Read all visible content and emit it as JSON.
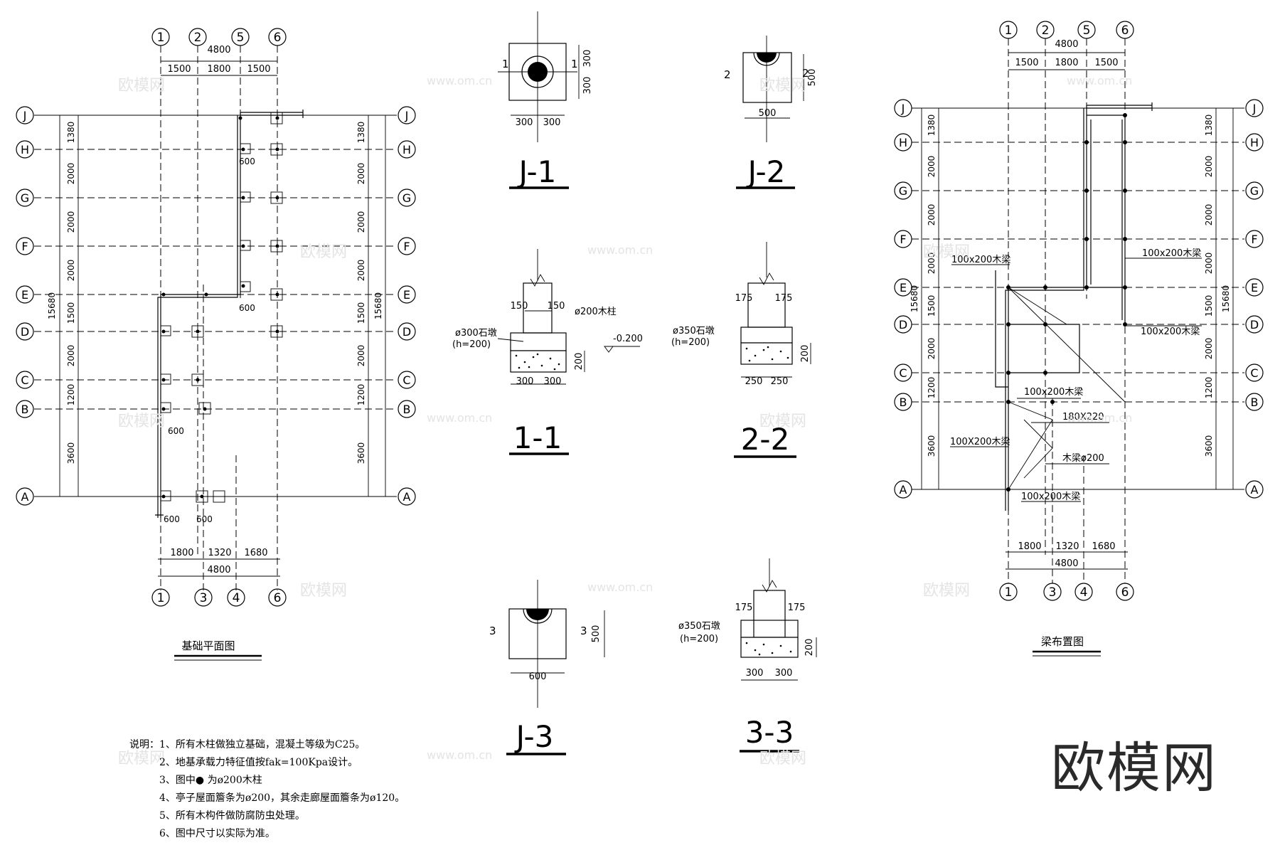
{
  "plan_title": "基础平面图",
  "beam_title": "梁布置图",
  "axes_top": [
    "1",
    "2",
    "5",
    "6"
  ],
  "axes_bottom": [
    "1",
    "3",
    "4",
    "6"
  ],
  "axes_rows": [
    "J",
    "H",
    "G",
    "F",
    "E",
    "D",
    "C",
    "B",
    "A"
  ],
  "dims_top": [
    "1500",
    "1800",
    "1500"
  ],
  "dims_bottom": [
    "1800",
    "1320",
    "1680"
  ],
  "dim_total_width": "4800",
  "dims_rows": [
    "1380",
    "2000",
    "2000",
    "2000",
    "1500",
    "2000",
    "1200",
    "3600"
  ],
  "dim_total_height": "15680",
  "footing_labels": {
    "j1": "J-1",
    "j2": "J-2",
    "j3": "J-3",
    "s11": "1-1",
    "s22": "2-2",
    "s33": "3-3"
  },
  "j1": {
    "top": "300",
    "bottom": "300",
    "w1": "300",
    "w2": "300",
    "mark": "1"
  },
  "j2": {
    "w": "500",
    "h": "500",
    "mark": "2"
  },
  "j3": {
    "w": "600",
    "h": "500",
    "mark": "3"
  },
  "s11": {
    "pier": "ø300石墩",
    "pier_h": "(h=200)",
    "col": "ø200木柱",
    "elev": "-0.200",
    "a": "150",
    "b": "150",
    "c": "300",
    "d": "300",
    "h": "200"
  },
  "s22": {
    "pier": "ø350石墩",
    "pier_h": "(h=200)",
    "a": "175",
    "b": "175",
    "c": "250",
    "d": "250",
    "h": "200"
  },
  "s33": {
    "pier": "ø350石墩",
    "pier_h": "(h=200)",
    "a": "175",
    "b": "175",
    "c": "300",
    "d": "300",
    "h": "200"
  },
  "plan_small_dim": "600",
  "beam_labels": {
    "b1": "100x200木梁",
    "b2": "100x200木梁",
    "b3": "100x200木梁",
    "b4": "100x200木梁",
    "b5": "100X200木梁",
    "b6": "180X220",
    "b7": "木梁ø200",
    "b8": "100x200木梁"
  },
  "notes": [
    "说明：1、所有木柱做独立基础，混凝土等级为C25。",
    "2、地基承载力特征值按fak=100Kpa设计。",
    "3、图中●  为ø200木柱",
    "4、亭子屋面簷条为ø200，其余走廊屋面簷条为ø120。",
    "5、所有木构件做防腐防虫处理。",
    "6、图中尺寸以实际为准。"
  ],
  "watermark": "欧模网",
  "watermark_url": "www.om.cn",
  "brand": "欧模网"
}
